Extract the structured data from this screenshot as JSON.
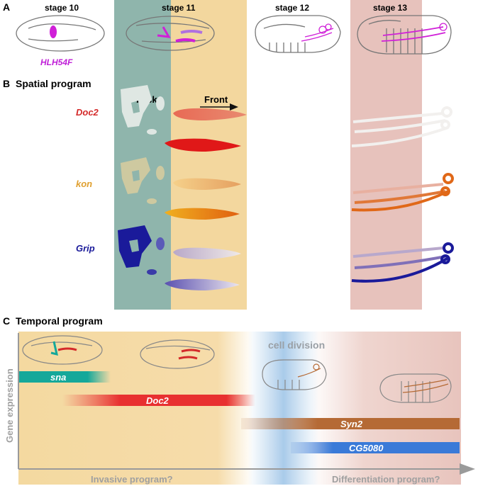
{
  "panel_a": {
    "letter": "A",
    "stages": [
      "stage 10",
      "stage 11",
      "stage 12",
      "stage 13"
    ],
    "gene_label": "HLH54F"
  },
  "panel_b": {
    "letter": "B",
    "title": "Spatial program",
    "back_label": "back",
    "front_label": "Front",
    "genes": [
      "Doc2",
      "kon",
      "Grip"
    ]
  },
  "panel_c": {
    "letter": "C",
    "title": "Temporal program",
    "y_axis_label": "Gene expression",
    "cell_division_label": "cell division",
    "bars": [
      "sna",
      "Doc2",
      "Syn2",
      "CG5080"
    ],
    "x_left_label": "Invasive program?",
    "x_right_label": "Differentiation program?"
  },
  "colors": {
    "hlh54f": "#d020d8",
    "doc2": "#d42a2a",
    "kon": "#e0a030",
    "grip": "#1a1a9a",
    "sna": "#15a89a",
    "syn2": "#b56a35",
    "cg5080": "#3a7ad8",
    "teal_band": "#8fb5ac",
    "orange_band": "#f3d79e",
    "pink_band": "#e7c2bc"
  }
}
